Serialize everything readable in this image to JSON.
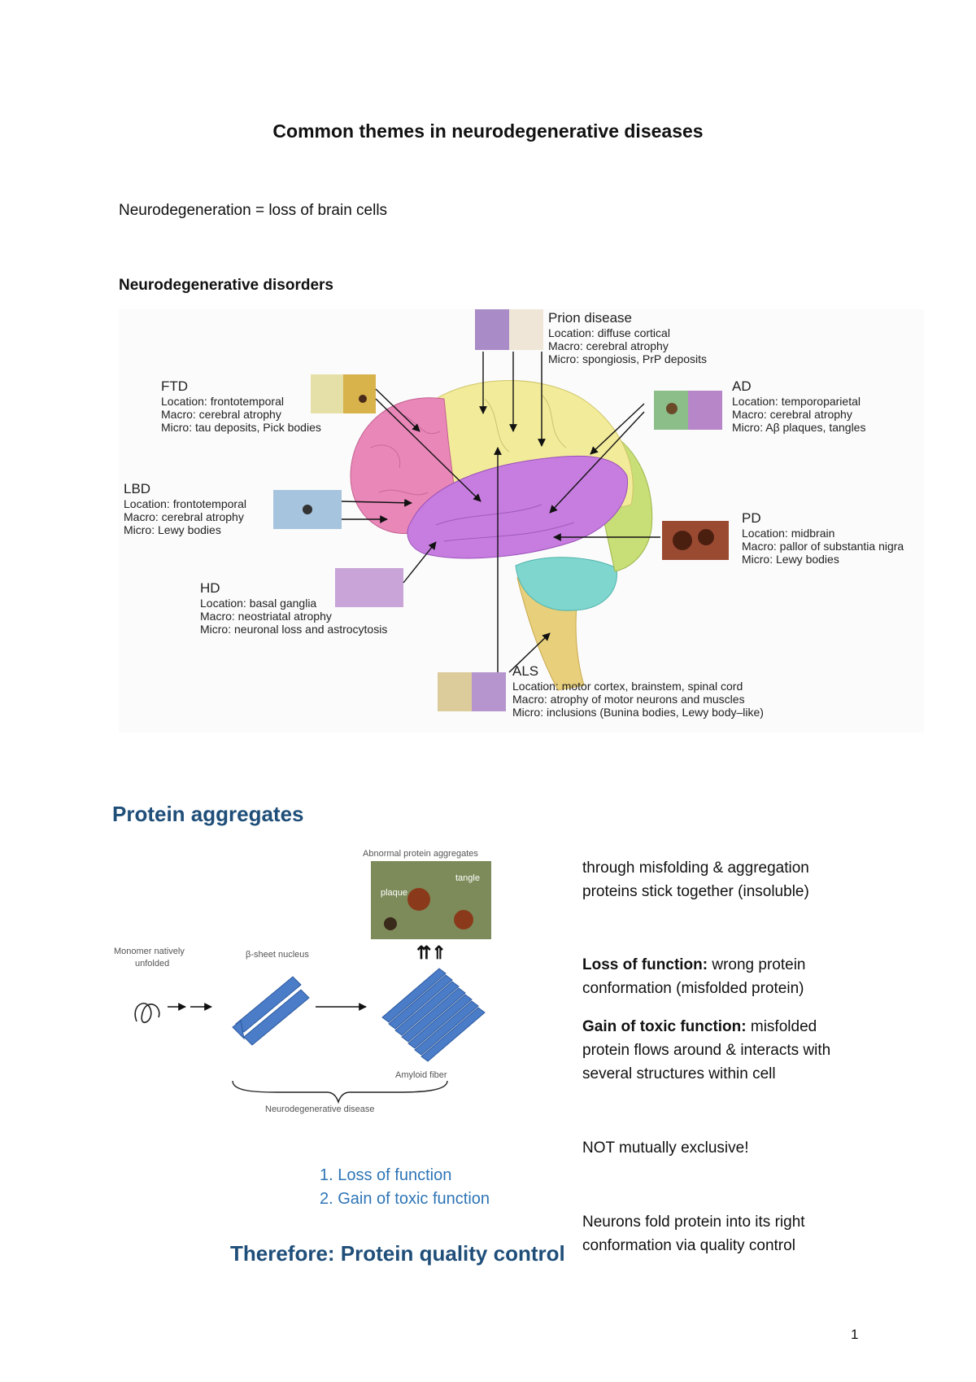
{
  "document": {
    "title": "Common themes in neurodegenerative diseases",
    "definition": "Neurodegeneration = loss of brain cells",
    "disorders_heading": "Neurodegenerative disorders",
    "page_number": "1"
  },
  "brain_figure": {
    "prion": {
      "title": "Prion disease",
      "location": "Location: diffuse cortical",
      "macro": "Macro: cerebral atrophy",
      "micro": "Micro: spongiosis, PrP deposits"
    },
    "ftd": {
      "title": "FTD",
      "location": "Location: frontotemporal",
      "macro": "Macro: cerebral atrophy",
      "micro": "Micro: tau deposits, Pick bodies"
    },
    "ad": {
      "title": "AD",
      "location": "Location: temporoparietal",
      "macro": "Macro: cerebral atrophy",
      "micro": "Micro: Aβ plaques, tangles"
    },
    "lbd": {
      "title": "LBD",
      "location": "Location: frontotemporal",
      "macro": "Macro: cerebral atrophy",
      "micro": "Micro: Lewy bodies"
    },
    "pd": {
      "title": "PD",
      "location": "Location: midbrain",
      "macro": "Macro: pallor of substantia nigra",
      "micro": "Micro: Lewy bodies"
    },
    "hd": {
      "title": "HD",
      "location": "Location: basal ganglia",
      "macro": "Macro: neostriatal atrophy",
      "micro": "Micro: neuronal loss and astrocytosis"
    },
    "als": {
      "title": "ALS",
      "location": "Location: motor cortex, brainstem, spinal cord",
      "macro": "Macro: atrophy of motor neurons and muscles",
      "micro": "Micro: inclusions (Bunina bodies, Lewy body–like)"
    }
  },
  "protein_section": {
    "heading": "Protein aggregates",
    "figure": {
      "aggregates_label": "Abnormal protein aggregates",
      "tangle_label": "tangle",
      "plaque_label": "plaque",
      "monomer_label_1": "Monomer natively",
      "monomer_label_2": "unfolded",
      "nucleus_label": "β-sheet nucleus",
      "fiber_label": "Amyloid fiber",
      "disease_label": "Neurodegenerative disease"
    },
    "list": [
      "1. Loss of function",
      "2. Gain of toxic function"
    ],
    "therefore": "Therefore: Protein quality control",
    "notes": {
      "line1": "through misfolding & aggregation",
      "line2": "proteins stick together (insoluble)",
      "lof_label": "Loss of function:",
      "lof_text_1": " wrong protein",
      "lof_text_2": "conformation (misfolded protein)",
      "gof_label": "Gain of toxic function:",
      "gof_text_1": " misfolded",
      "gof_text_2": "protein flows around & interacts with",
      "gof_text_3": "several structures within cell",
      "not_exclusive": "NOT mutually exclusive!",
      "qc_1": "Neurons fold protein into its right",
      "qc_2": "conformation via quality control"
    }
  },
  "colors": {
    "heading_blue": "#1f4e79",
    "list_blue": "#2e75b6",
    "frontal": "#e987b8",
    "parietal": "#f2eb9a",
    "occipital": "#c8de77",
    "temporal": "#c77de0",
    "cerebellum": "#7fd6cf",
    "brainstem": "#e7cf7c"
  }
}
